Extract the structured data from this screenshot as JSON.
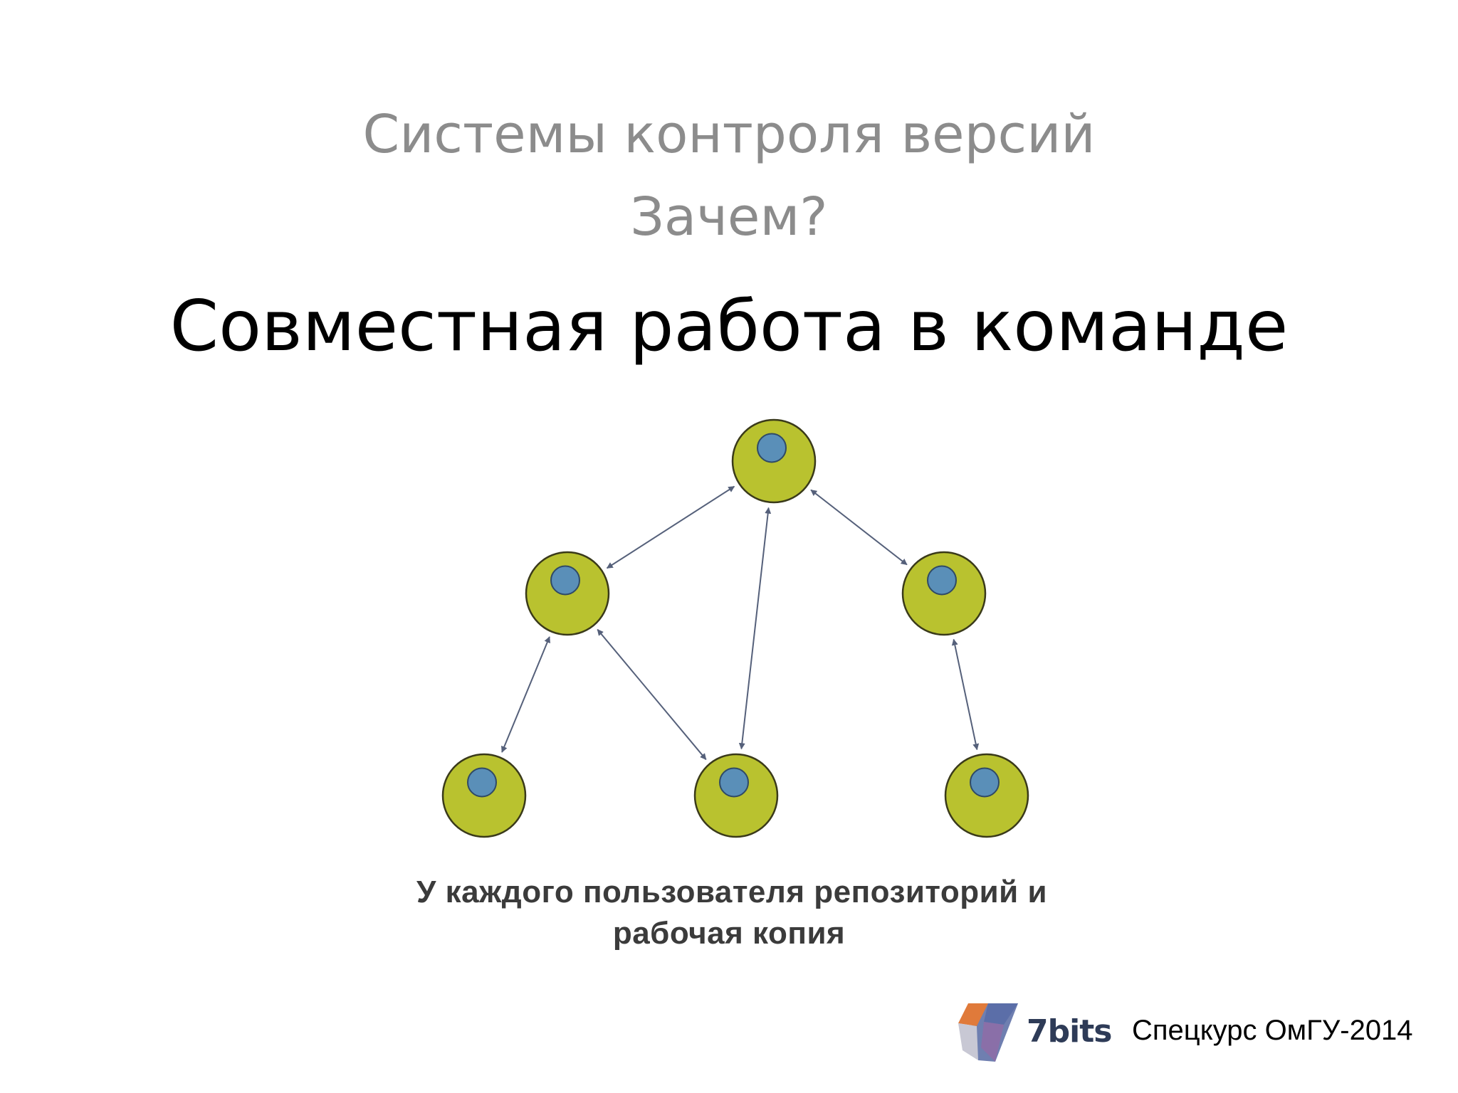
{
  "slide": {
    "title_line1": "Системы контроля версий",
    "title_line2": "Зачем?",
    "heading": "Совместная работа в команде"
  },
  "diagram": {
    "node_color": "#b9c22f",
    "node_border": "#3a3a1a",
    "inner_color": "#5a8fb8",
    "edge_color": "#55607a",
    "nodes": [
      {
        "id": "top"
      },
      {
        "id": "mid-left"
      },
      {
        "id": "mid-right"
      },
      {
        "id": "bottom-left"
      },
      {
        "id": "bottom-center"
      },
      {
        "id": "bottom-right"
      }
    ],
    "edges": [
      {
        "from": "top",
        "to": "mid-left",
        "direction": "both"
      },
      {
        "from": "top",
        "to": "mid-right",
        "direction": "both"
      },
      {
        "from": "top",
        "to": "bottom-center",
        "direction": "both"
      },
      {
        "from": "mid-left",
        "to": "bottom-left",
        "direction": "both"
      },
      {
        "from": "mid-left",
        "to": "bottom-center",
        "direction": "both"
      },
      {
        "from": "mid-right",
        "to": "bottom-right",
        "direction": "both"
      }
    ],
    "caption_line1": "У каждого пользователя репозиторий и",
    "caption_line2": "рабочая копия"
  },
  "footer": {
    "logo_icon": "7bits-logo-icon",
    "brand": "7bits",
    "course": "Спецкурс ОмГУ-2014"
  }
}
